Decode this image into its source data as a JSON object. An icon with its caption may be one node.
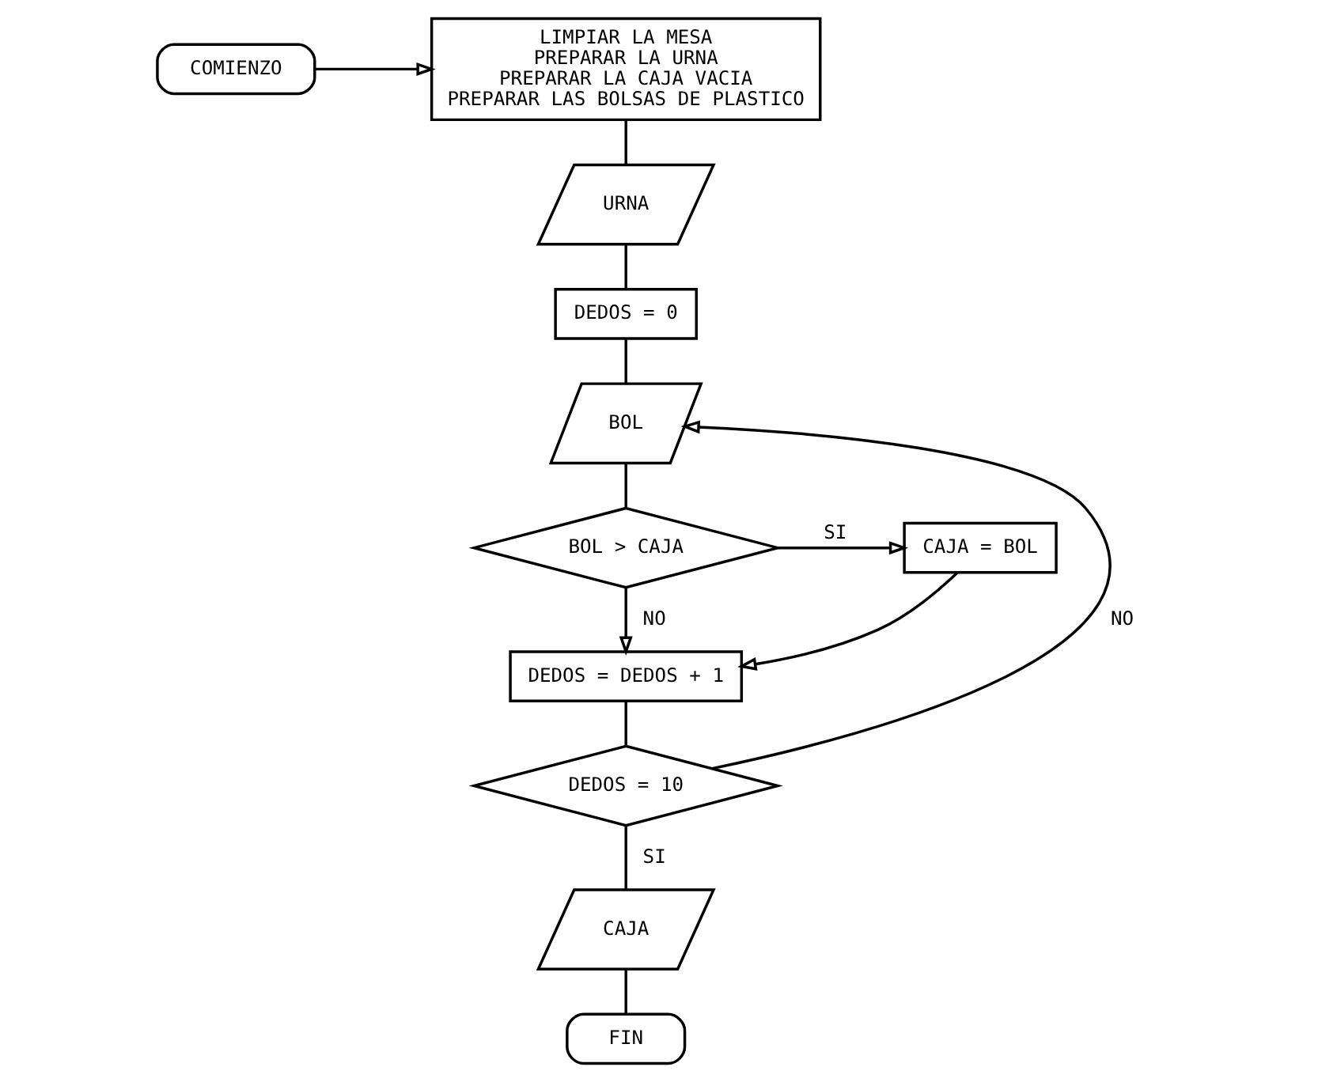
{
  "diagram": {
    "nodes": [
      {
        "text": [
          "COMIENZO"
        ]
      },
      {
        "text": [
          "LIMPIAR LA MESA",
          "PREPARAR LA URNA",
          "PREPARAR LA CAJA VACIA",
          "PREPARAR LAS BOLSAS DE PLASTICO"
        ]
      },
      {
        "text": [
          "URNA"
        ]
      },
      {
        "text": [
          "DEDOS = 0"
        ]
      },
      {
        "text": [
          "BOL"
        ]
      },
      {
        "text": [
          "BOL > CAJA"
        ]
      },
      {
        "text": [
          "CAJA = BOL"
        ]
      },
      {
        "text": [
          "DEDOS = DEDOS + 1"
        ]
      },
      {
        "text": [
          "DEDOS = 10"
        ]
      },
      {
        "text": [
          "CAJA"
        ]
      },
      {
        "text": [
          "FIN"
        ]
      }
    ],
    "edges": [
      {
        "from": 0,
        "to": 1,
        "arrow": "to"
      },
      {
        "from": 1,
        "to": 2,
        "arrow": "none"
      },
      {
        "from": 2,
        "to": 3,
        "arrow": "none"
      },
      {
        "from": 3,
        "to": 4,
        "arrow": "none"
      },
      {
        "from": 4,
        "to": 5,
        "arrow": "none"
      },
      {
        "from": 5,
        "to": 6,
        "arrow": "to",
        "label": "SI"
      },
      {
        "from": 5,
        "to": 7,
        "arrow": "to",
        "label": "NO"
      },
      {
        "from": 6,
        "to": 7,
        "arrow": "to"
      },
      {
        "from": 7,
        "to": 8,
        "arrow": "none"
      },
      {
        "from": 8,
        "to": 4,
        "arrow": "to",
        "label": "NO"
      },
      {
        "from": 8,
        "to": 9,
        "arrow": "none",
        "label": "SI"
      },
      {
        "from": 9,
        "to": 10,
        "arrow": "none"
      }
    ]
  }
}
